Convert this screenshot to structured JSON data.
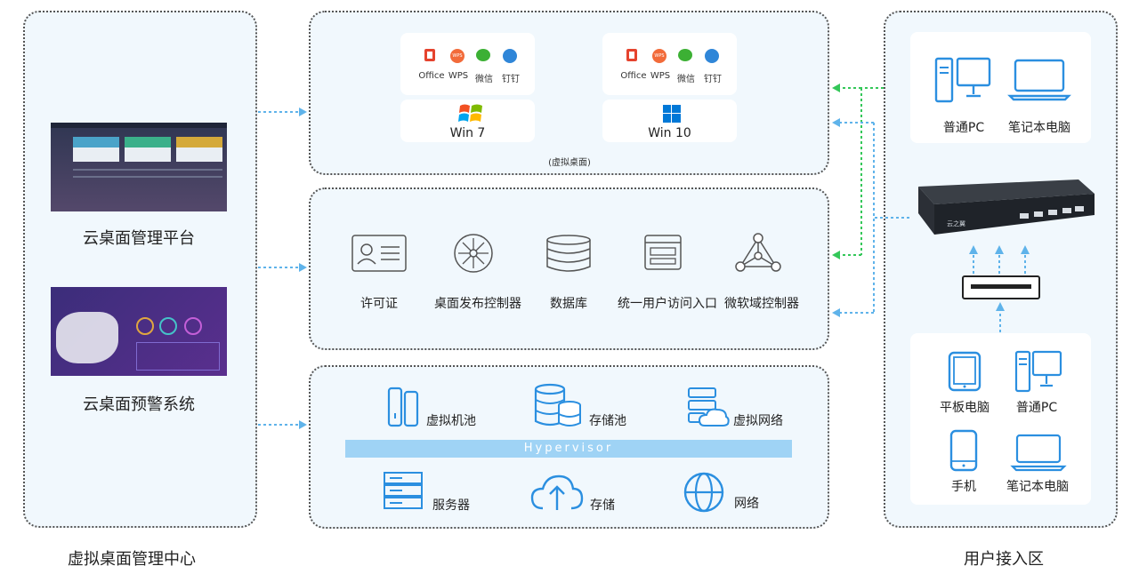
{
  "left_panel": {
    "platform_label": "云桌面管理平台",
    "warning_label": "云桌面预警系统",
    "caption": "虚拟桌面管理中心"
  },
  "virtual_desktop": {
    "apps": [
      "Office",
      "WPS",
      "微信",
      "钉钉"
    ],
    "wps_badge": "WPS",
    "os_left": "Win 7",
    "os_right": "Win 10",
    "caption": "(虚拟桌面)"
  },
  "services": {
    "items": [
      "许可证",
      "桌面发布控制器",
      "数据库",
      "统一用户访问入口",
      "微软域控制器"
    ]
  },
  "infrastructure": {
    "top": [
      "虚拟机池",
      "存储池",
      "虚拟网络"
    ],
    "hypervisor": "Hypervisor",
    "bottom": [
      "服务器",
      "存储",
      "网络"
    ]
  },
  "user_access": {
    "top_devices": [
      "普通PC",
      "笔记本电脑"
    ],
    "bottom_devices": [
      "平板电脑",
      "普通PC",
      "手机",
      "笔记本电脑"
    ],
    "caption": "用户接入区",
    "device_brand": "云之翼"
  },
  "colors": {
    "panel_bg": "#f1f8fd",
    "accent_blue": "#1e88e5",
    "arrow_blue": "#5fb3ea",
    "arrow_green": "#34c759",
    "hypervisor_bar": "#9fd3f5"
  }
}
